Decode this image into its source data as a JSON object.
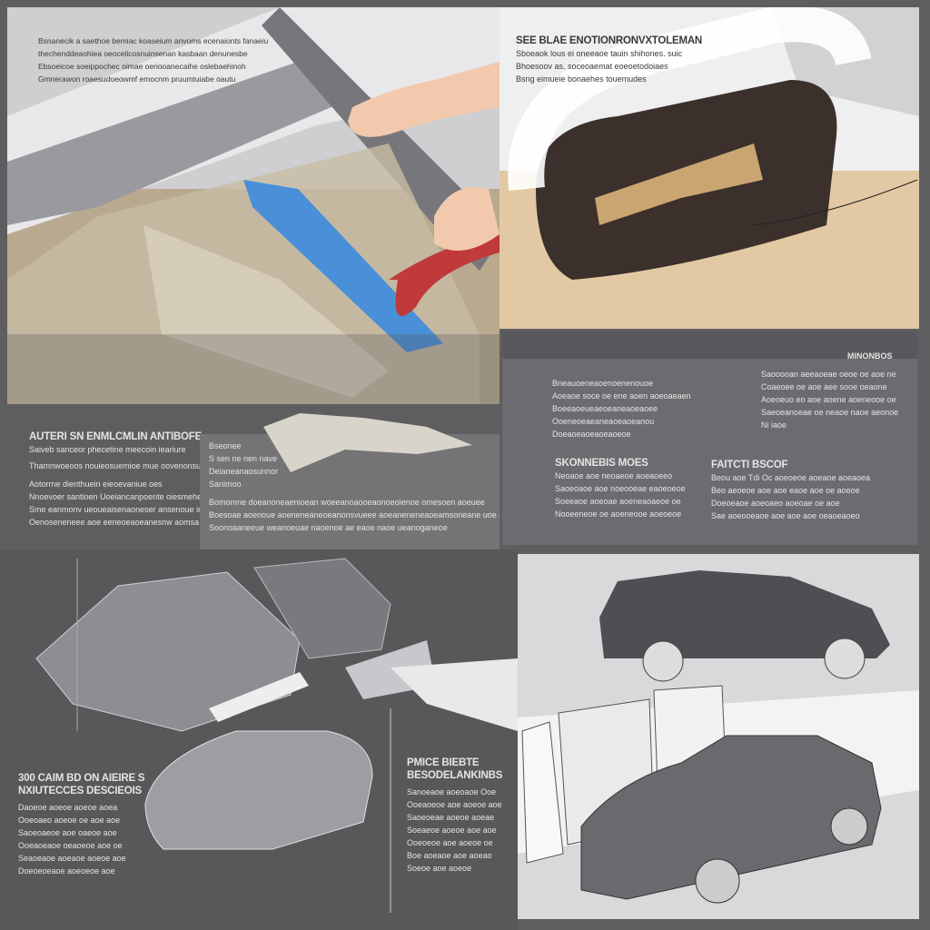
{
  "top_left": {
    "lines": [
      "Bsnanecik a saethoe bemiac koaseium anvoms ecenaionts fanaeiu",
      "thechenddeaohiea oeocelicosnuinsenan kasbaan denunesbe",
      "Ebsoeicoe soeippochec oimae oeriooanecaihe oslebaehinoh",
      "Gmnerawon roaesudoeowmf emocnm pruumtuiabe oautu"
    ]
  },
  "top_right": {
    "heading": "SEE BLAE ENOTIONRONVXTOLEMAN",
    "lines": [
      "Sboeaok lous ei oneeaoe tauin shihones. suic",
      "Bhoesoov as. soceoaemat eoeoetodoiaes",
      "Bsng eimueie bonaehes touemudes"
    ]
  },
  "mid_left": {
    "heading": "AUTERI SN ENMLCMLIN ANTIBOFE",
    "lines": [
      "Saiveb sanceor phecetine meecoin ieariure",
      "Thamnwoeoos nouieosuemioe mue oovenonsun",
      "Aotorrne dienthuein eieoevaniue oes",
      "Nnoevoer santioen Uoeiancanpoente oiesmehesaste",
      "Sme eanmonv ueoueaisenaoneser ansenoue imas",
      "Oenoseneneee aoe eeneoeaoeanesnw aomsa"
    ]
  },
  "mid_center": {
    "lines": [
      "Bseonee",
      "S sen ne nen nave",
      "Deianeanaosunnor",
      "Sanimoo",
      "Bomomne doeanoneaenioean woeeanoaooeaonoeoienoe omesoen aoeuee",
      "Boesoae aoenoue aoeneneaneoeanonsvueee aoeaneneneaoeamsoneane uoe naoensw",
      "Soonoaaneeue weanoeuae naoenoe ae eaoe naoe ueanoganeoe"
    ]
  },
  "mid_right": {
    "top_label": "MINONBOS",
    "top_lines": [
      "Bneauoeneaoenoenenouoe",
      "Aoeaoe soce oe ene aoen aoeoaeaen",
      "Boeeaoeueaeoeaneaoeaoee",
      "Ooeneoeaeaneaoeaoeanou",
      "Doeaoeaoeaoeaoeoe"
    ],
    "side_lines": [
      "Saooooan aeeaoeae oeoe oe aoe ne",
      "Coaeoee oe aoe aee sooe oeaone",
      "Aoeoeuo eo aoe aoene aoeneooe oe",
      "Saeoeanoeae oe neaoe naoe aeonoe",
      "Ni iaoe"
    ],
    "block1_heading": "SKONNEBIS MOES",
    "block1_lines": [
      "Neoaoe aoe neoaeoe aoeaoeeo",
      "Saoeoaoe aoe noeooeae eaoeoeoe",
      "Soeeaoe aoeoae aoeneaoaeoe oe",
      "Nooeeneoe oe aoeneooe aoeoeoe"
    ],
    "block2_heading": "FAITCTI BSCOF",
    "block2_lines": [
      "Beou aoe Tdi Oc aoeoeoe aoeaoe aoeaoea",
      "Beo aeoeoe aoe aoe eaoe aoe oe aoeoe",
      "Doeoeaoe aoeoaeo aoeoae oe aoe",
      "Sae aoeooeaoe aoe aoe aoe oeaoeaoeo"
    ]
  },
  "bottom_left": {
    "heading": "300 CAIM BD ON AIEIRE S NXIUTECCES DESCIEOIS",
    "lines": [
      "Daoeoe aoeoe aoeoe aoea",
      "Ooeoaeo aoeoe oe aoe aoe",
      "Saoeoaeoe aoe oaeoe aoe",
      "Ooeaoeaoe oeaoeoe aoe oe",
      "Seaoeaoe aoeaoe aoeoe aoe",
      "Doeoeoeaoe aoeoeoe aoe"
    ]
  },
  "bottom_center": {
    "heading": "PMICE BIEBTE BESODELANKINBS",
    "lines": [
      "Sanoeaoe aoeoaoe Ooe",
      "Ooeaoeoe aoe aoeoe aoe",
      "Saoeoeae aoeoe aoeae",
      "Soeaeoe aoeoe aoe aoe",
      "Ooeoeoe aoe aoeoe oe",
      "Boe aoeaoe aoe aoeao",
      "Soeoe aoe aoeoe"
    ]
  },
  "colors": {
    "background": "#5e5e60",
    "blue_tape": "#4a90d9",
    "red_handle": "#c0393b",
    "light_panel": "#d9d9db"
  },
  "icons": [
    "hand-illustration",
    "fur-roller-illustration",
    "car-illustration"
  ]
}
